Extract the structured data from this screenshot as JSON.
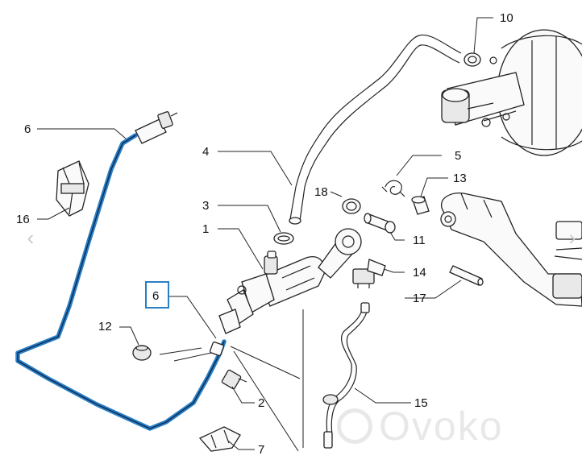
{
  "labels": {
    "l1": "1",
    "l2": "2",
    "l3": "3",
    "l4": "4",
    "l5": "5",
    "l6a": "6",
    "l6b": "6",
    "l7": "7",
    "l10": "10",
    "l11": "11",
    "l12": "12",
    "l13": "13",
    "l14": "14",
    "l15": "15",
    "l16": "16",
    "l17": "17",
    "l18": "18"
  },
  "highlight": {
    "pipe_color": "#2a7fc4",
    "box_color": "#2a7fc4"
  },
  "nav": {
    "prev": "‹",
    "next": "›"
  },
  "watermark": {
    "text": "Ovoko"
  }
}
